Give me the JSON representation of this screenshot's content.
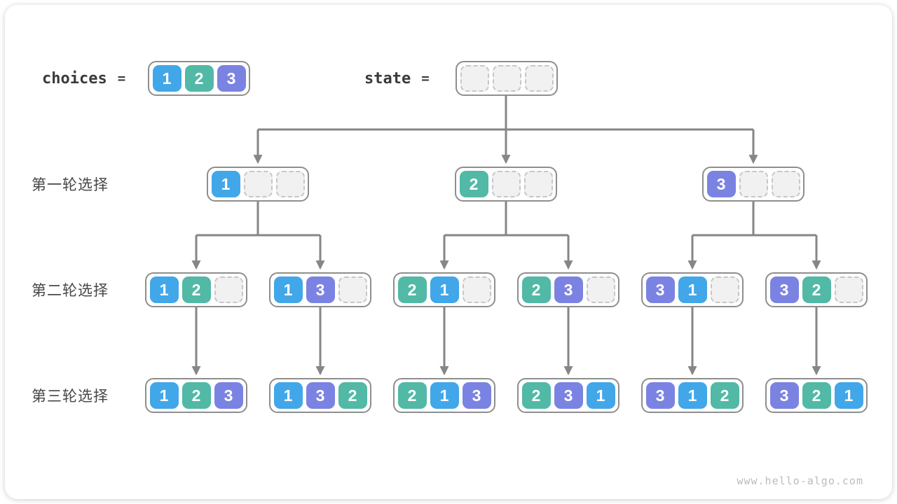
{
  "page": {
    "watermark": "www.hello-algo.com"
  },
  "colors": {
    "1": "#41a7e9",
    "2": "#51b9a6",
    "3": "#7b83e2",
    "arrow": "#868686",
    "node_border": "#8e8e8e",
    "empty_fill": "#f1f1f2",
    "empty_border": "#c7c7c9",
    "label_text": "#464646"
  },
  "header": {
    "choices_label": "choices",
    "equals": "=",
    "state_label": "state",
    "choices": [
      "1",
      "2",
      "3"
    ],
    "state": [
      "",
      "",
      ""
    ]
  },
  "rows": [
    {
      "label": "第一轮选择",
      "nodes": [
        [
          "1",
          "",
          ""
        ],
        [
          "2",
          "",
          ""
        ],
        [
          "3",
          "",
          ""
        ]
      ]
    },
    {
      "label": "第二轮选择",
      "nodes": [
        [
          "1",
          "2",
          ""
        ],
        [
          "1",
          "3",
          ""
        ],
        [
          "2",
          "1",
          ""
        ],
        [
          "2",
          "3",
          ""
        ],
        [
          "3",
          "1",
          ""
        ],
        [
          "3",
          "2",
          ""
        ]
      ]
    },
    {
      "label": "第三轮选择",
      "nodes": [
        [
          "1",
          "2",
          "3"
        ],
        [
          "1",
          "3",
          "2"
        ],
        [
          "2",
          "1",
          "3"
        ],
        [
          "2",
          "3",
          "1"
        ],
        [
          "3",
          "1",
          "2"
        ],
        [
          "3",
          "2",
          "1"
        ]
      ]
    }
  ]
}
